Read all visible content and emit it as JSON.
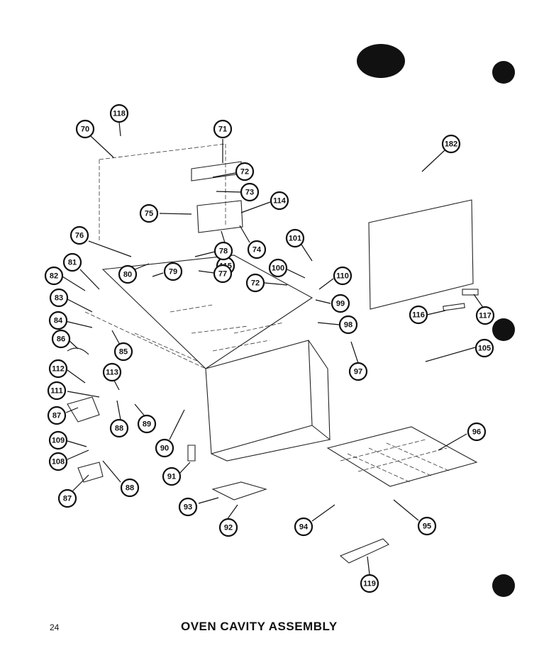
{
  "page": {
    "number": "24",
    "title": "OVEN CAVITY ASSEMBLY"
  },
  "callouts": [
    "118",
    "70",
    "71",
    "72",
    "73",
    "182",
    "75",
    "114",
    "76",
    "74",
    "115",
    "78",
    "101",
    "80",
    "79",
    "77",
    "81",
    "100",
    "110",
    "82",
    "72",
    "83",
    "99",
    "116",
    "117",
    "84",
    "98",
    "86",
    "85",
    "105",
    "97",
    "112",
    "113",
    "111",
    "87",
    "88",
    "89",
    "90",
    "109",
    "96",
    "108",
    "91",
    "87",
    "88",
    "93",
    "92",
    "94",
    "95",
    "119"
  ],
  "colors": {
    "ink": "#111111",
    "paper": "#ffffff"
  }
}
